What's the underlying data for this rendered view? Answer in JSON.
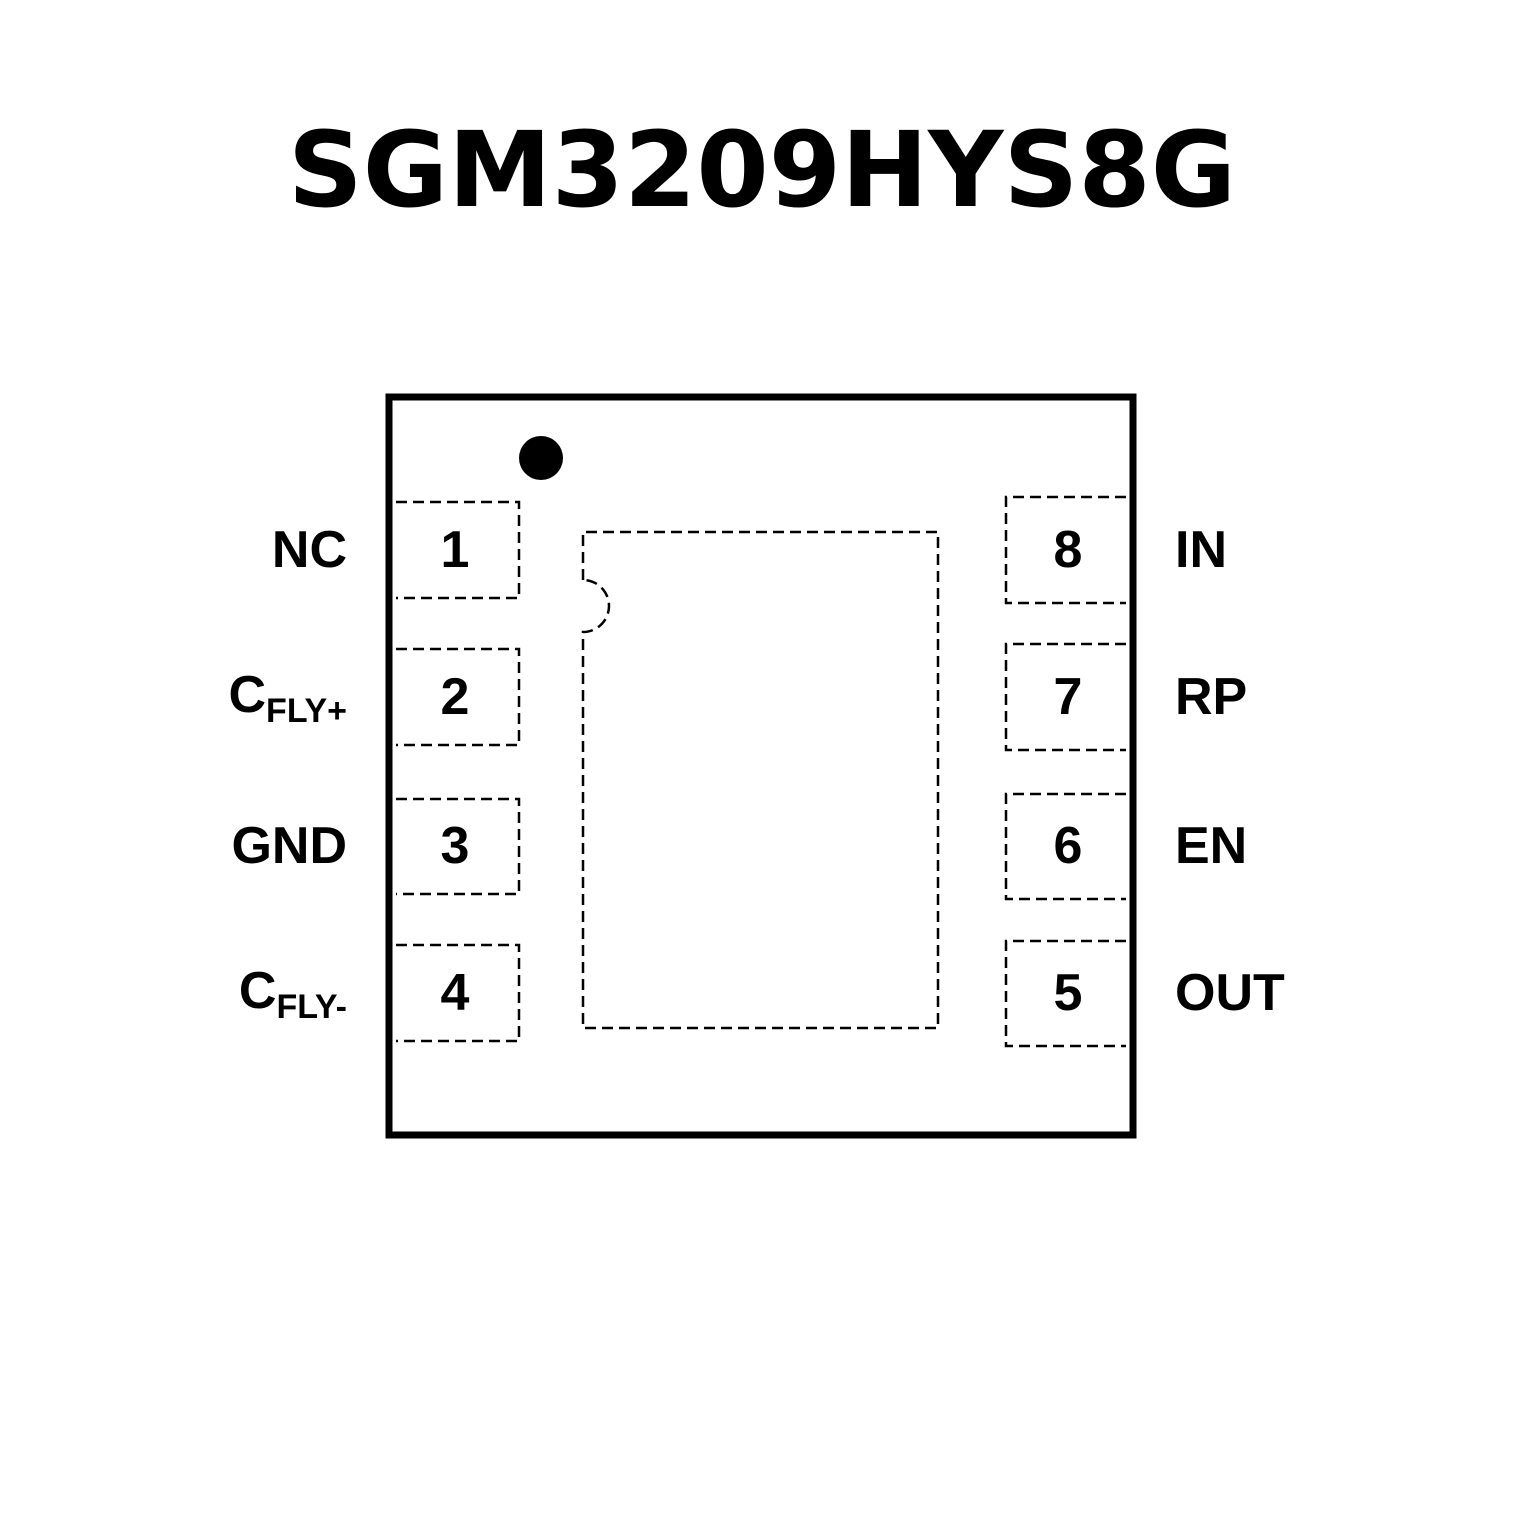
{
  "title": "SGM3209HYS8G",
  "pins_left": [
    {
      "number": "1",
      "name": "NC",
      "sub": ""
    },
    {
      "number": "2",
      "name": "C",
      "sub": "FLY+"
    },
    {
      "number": "3",
      "name": "GND",
      "sub": ""
    },
    {
      "number": "4",
      "name": "C",
      "sub": "FLY-"
    }
  ],
  "pins_right": [
    {
      "number": "8",
      "name": "IN"
    },
    {
      "number": "7",
      "name": "RP"
    },
    {
      "number": "6",
      "name": "EN"
    },
    {
      "number": "5",
      "name": "OUT"
    }
  ]
}
